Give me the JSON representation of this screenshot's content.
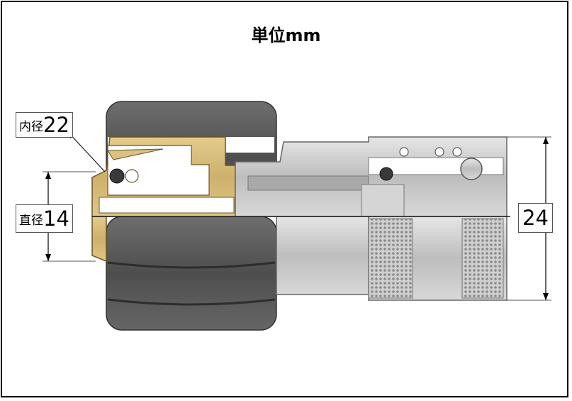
{
  "title": "単位mm",
  "labels": {
    "inner_diameter": {
      "prefix": "内径",
      "value": "22"
    },
    "straight_diameter": {
      "prefix": "直径",
      "value": "14"
    },
    "outer_diameter": {
      "value": "24"
    }
  },
  "colors": {
    "brass": "#d4b978",
    "brass_dark": "#8a7033",
    "rubber": "#5a5a5a",
    "steel": "#c9c9c9",
    "steel_dark": "#8f8f8f",
    "knurl": "#b5b5b5"
  }
}
